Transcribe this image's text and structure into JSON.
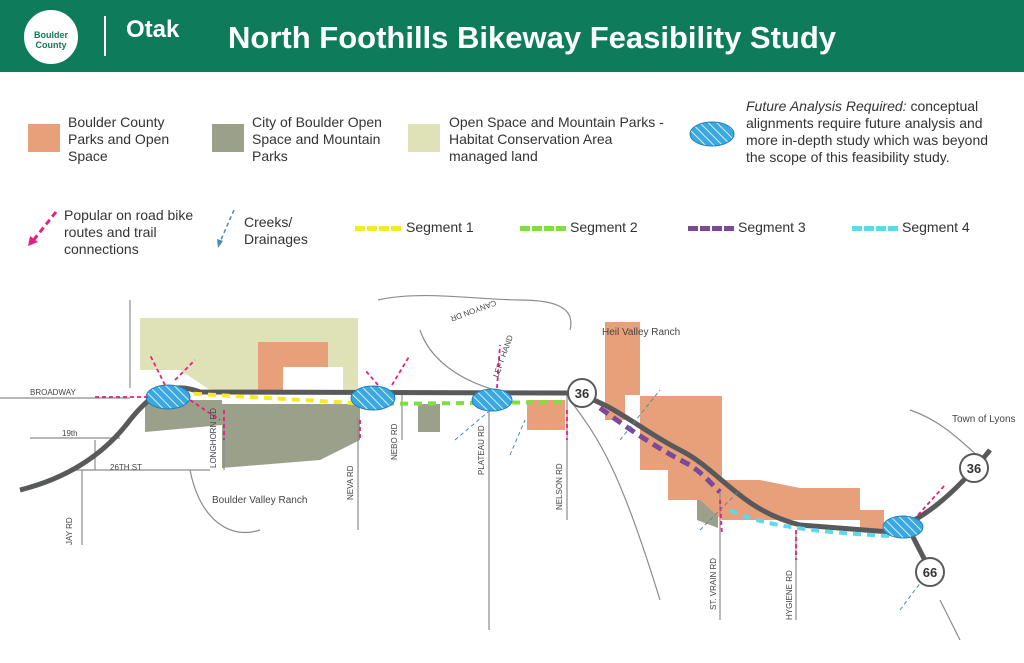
{
  "header": {
    "title": "North Foothills Bikeway Feasibility Study",
    "logo_boulder_county": "Boulder County",
    "logo_otak": "Otak",
    "bg_color": "#0e7b5b"
  },
  "legend": {
    "items": [
      {
        "label": "Boulder County Parks and Open Space",
        "color": "#e8a07a"
      },
      {
        "label": "City of Boulder Open Space and Mountain Parks",
        "color": "#9aa08a"
      },
      {
        "label": "Open Space and Mountain Parks - Habitat Conservation Area managed land",
        "color": "#dfe1b7"
      },
      {
        "title": "Future Analysis Required:",
        "label": "conceptual alignments require future analysis and more in-depth study which was beyond the scope of this feasibility study.",
        "color": "#3aa9e0"
      }
    ],
    "popular_routes": "Popular on road bike routes and trail connections",
    "creeks": "Creeks/ Drainages",
    "segments": [
      {
        "label": "Segment 1",
        "color": "#f5ea2a"
      },
      {
        "label": "Segment 2",
        "color": "#7ee040"
      },
      {
        "label": "Segment 3",
        "color": "#7a4a98"
      },
      {
        "label": "Segment 4",
        "color": "#5fd8ee"
      }
    ]
  },
  "map": {
    "roads": [
      "BROADWAY",
      "19th",
      "26TH ST",
      "JAY RD",
      "LONGHORN RD",
      "NEVA RD",
      "NEBO RD",
      "PLATEAU RD",
      "NELSON RD",
      "ST. VRAIN RD",
      "HYGIENE RD",
      "LEFT HAND",
      "CANYON DR"
    ],
    "places": [
      "Heil Valley Ranch",
      "Boulder Valley Ranch",
      "Town of Lyons"
    ],
    "shields": [
      "36",
      "36",
      "66"
    ]
  }
}
